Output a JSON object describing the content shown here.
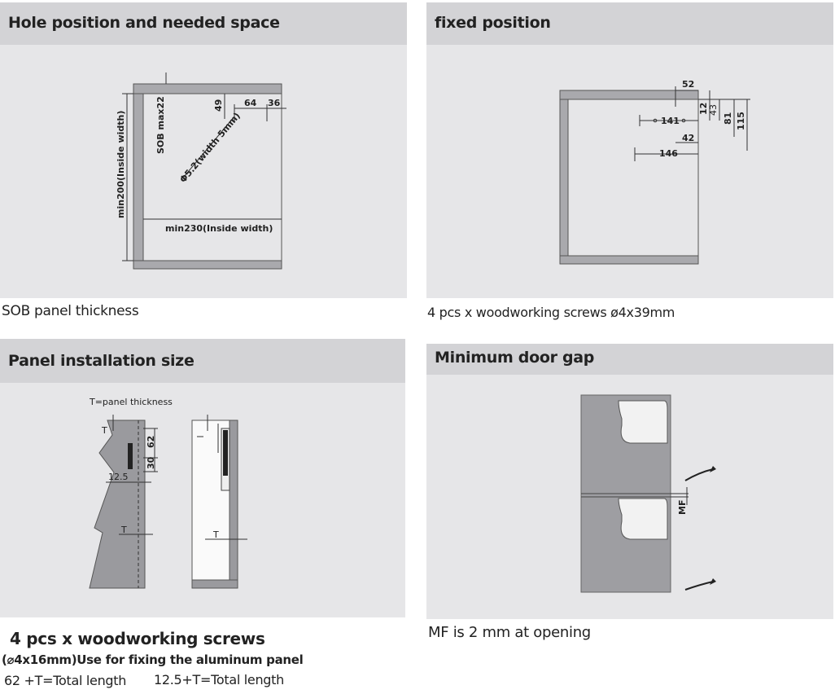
{
  "panels": {
    "hole": {
      "title": "Hole position and needed space",
      "caption": "SOB panel thickness",
      "labels": {
        "sob": "SOB  max22",
        "d49": "49",
        "d64": "64",
        "d36": "36",
        "hole": "Φ5.2(width 5mm)",
        "height": "min200(Inside width)",
        "width": "min230(Inside width)"
      }
    },
    "fixed": {
      "title": "fixed position",
      "caption": "4 pcs x woodworking screws ø4x39mm",
      "labels": {
        "d52": "52",
        "d12": "12",
        "d43": "43",
        "d81": "81",
        "d115": "115",
        "d141": "141",
        "d42": "42",
        "d146": "146"
      }
    },
    "install": {
      "title": "Panel installation size",
      "labels": {
        "t_panel": "T=panel thickness",
        "t1": "T",
        "d62": "62",
        "d30": "30",
        "d125": "12.5",
        "t2": "T",
        "t3": "T"
      },
      "caption_main": "4 pcs x woodworking screws",
      "caption_sub": "(⌀4x16mm)Use for fixing the aluminum panel",
      "caption_left": "62 +T=Total length",
      "caption_right": "12.5+T=Total length"
    },
    "gap": {
      "title": "Minimum door gap",
      "caption": "MF is 2 mm at opening",
      "labels": {
        "mf": "MF"
      }
    }
  }
}
